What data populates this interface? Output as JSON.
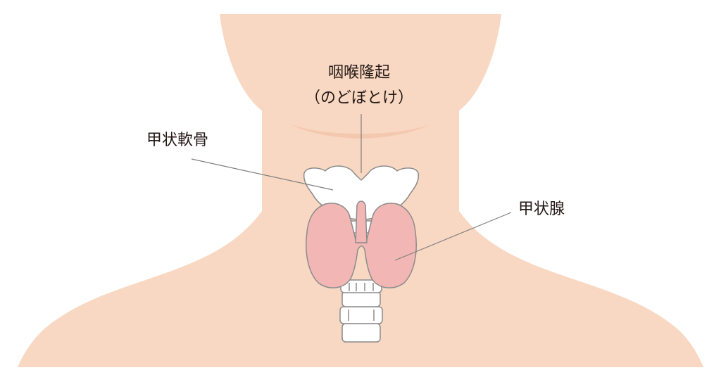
{
  "labels": {
    "adams_apple": "咽喉隆起",
    "adams_apple_reading": "（のどぼとけ）",
    "thyroid_cartilage": "甲状軟骨",
    "thyroid_gland": "甲状腺"
  },
  "colors": {
    "skin": "#f8d8c2",
    "skin_shadow": "#f4c8ae",
    "thyroid": "#f2b7b4",
    "outline": "#8c8c8c",
    "cartilage": "#ffffff",
    "leader_line": "#7f7f7f",
    "text": "#231815"
  }
}
